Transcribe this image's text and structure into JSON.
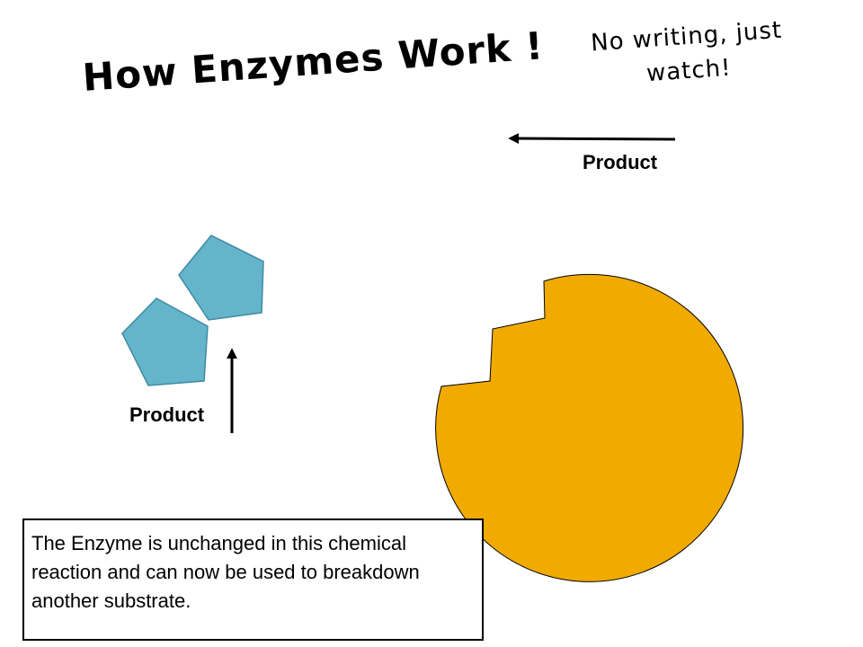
{
  "slide": {
    "title": "How Enzymes Work !",
    "note": "No writing, just watch!"
  },
  "diagram": {
    "labels": {
      "product_top": "Product",
      "product_bottom": "Product"
    },
    "colors": {
      "enzyme": "#f0aa00",
      "product": "#64b4cc",
      "outline": "#000000"
    }
  },
  "info_box": {
    "text": "The Enzyme is unchanged in this chemical reaction and can now be used to breakdown another substrate."
  }
}
